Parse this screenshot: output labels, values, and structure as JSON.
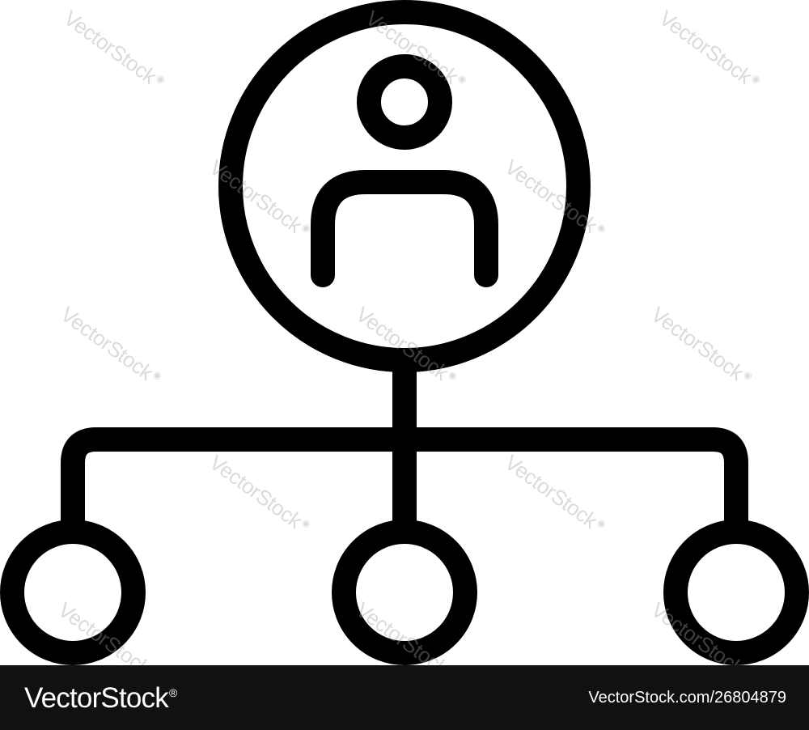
{
  "diagram": {
    "icon_name": "organization-hierarchy-icon",
    "stroke_color": "#000000",
    "background_color": "#ffffff",
    "nodes": [
      {
        "name": "top-person-node",
        "icon": "user-icon"
      },
      {
        "name": "child-node-left",
        "icon": "circle-outline-icon"
      },
      {
        "name": "child-node-center",
        "icon": "circle-outline-icon"
      },
      {
        "name": "child-node-right",
        "icon": "circle-outline-icon"
      }
    ]
  },
  "watermark": {
    "text": "VectorStock",
    "color": "#a0a0a0"
  },
  "footer": {
    "brand": "VectorStock",
    "registered_mark": "®",
    "image_id": "VectorStock.com/26804879",
    "background_color": "#111111",
    "text_color": "#ffffff"
  }
}
